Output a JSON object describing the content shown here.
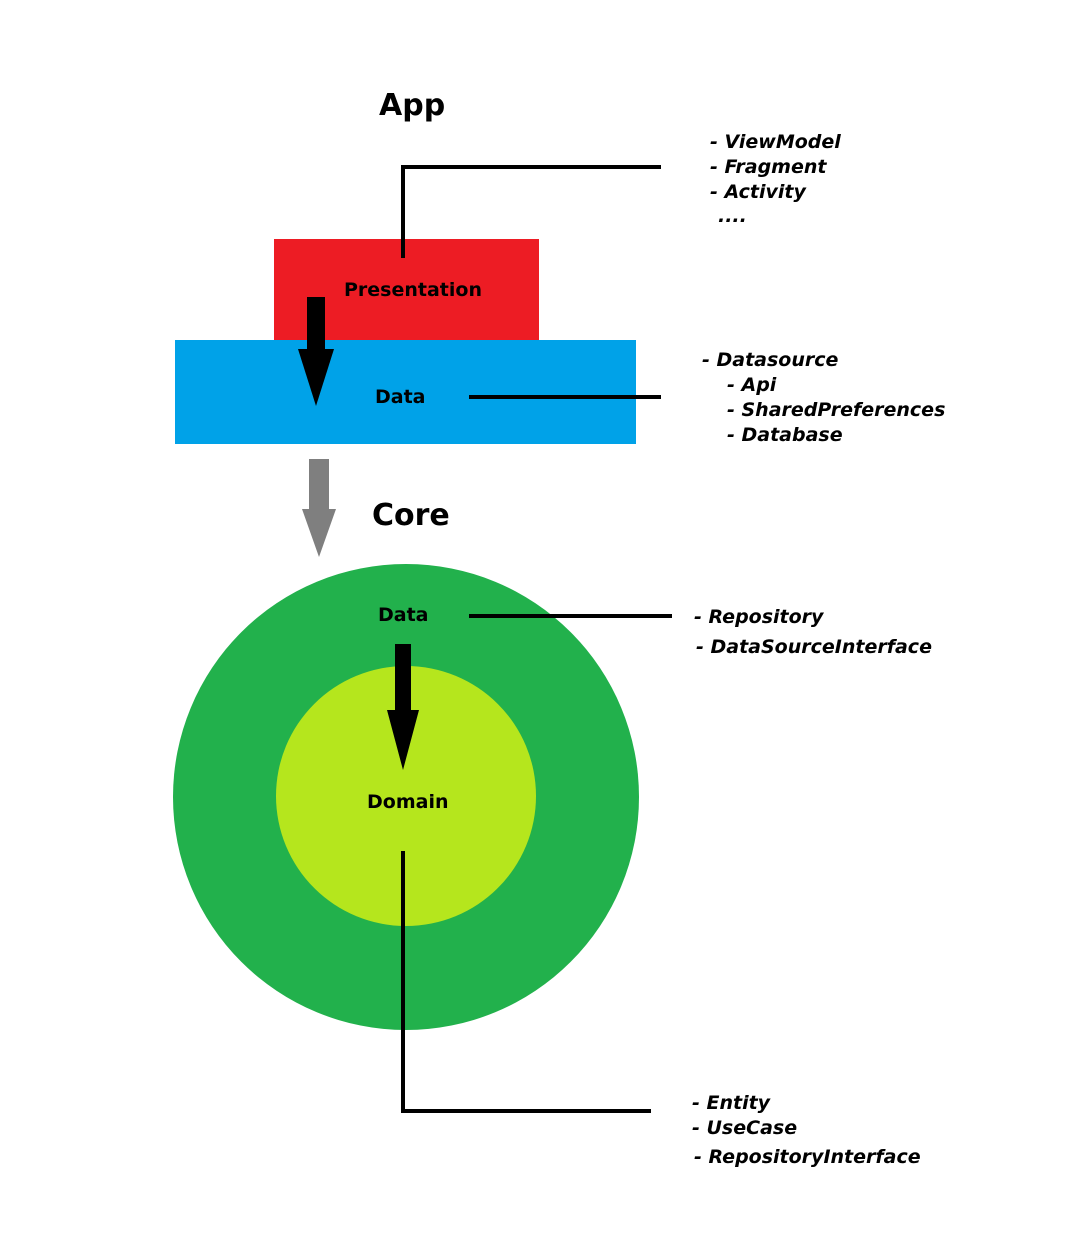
{
  "sections": {
    "app_title": "App",
    "core_title": "Core"
  },
  "layers": {
    "presentation": {
      "label": "Presentation",
      "color": "#ed1c24"
    },
    "app_data": {
      "label": "Data",
      "color": "#00a2e8"
    },
    "core_data": {
      "label": "Data",
      "color": "#22b14c"
    },
    "domain": {
      "label": "Domain",
      "color": "#b5e61d"
    }
  },
  "annotations": {
    "presentation_items": [
      "- ViewModel",
      "- Fragment",
      "- Activity",
      "...."
    ],
    "app_data_items": [
      "- Datasource",
      "- Api",
      "- SharedPreferences",
      "- Database"
    ],
    "core_data_items": [
      "- Repository",
      "- DataSourceInterface"
    ],
    "domain_items": [
      "- Entity",
      "- UseCase",
      "- RepositoryInterface"
    ]
  },
  "arrow_colors": {
    "dependency": "#000000",
    "module_dependency": "#7f7f7f"
  }
}
